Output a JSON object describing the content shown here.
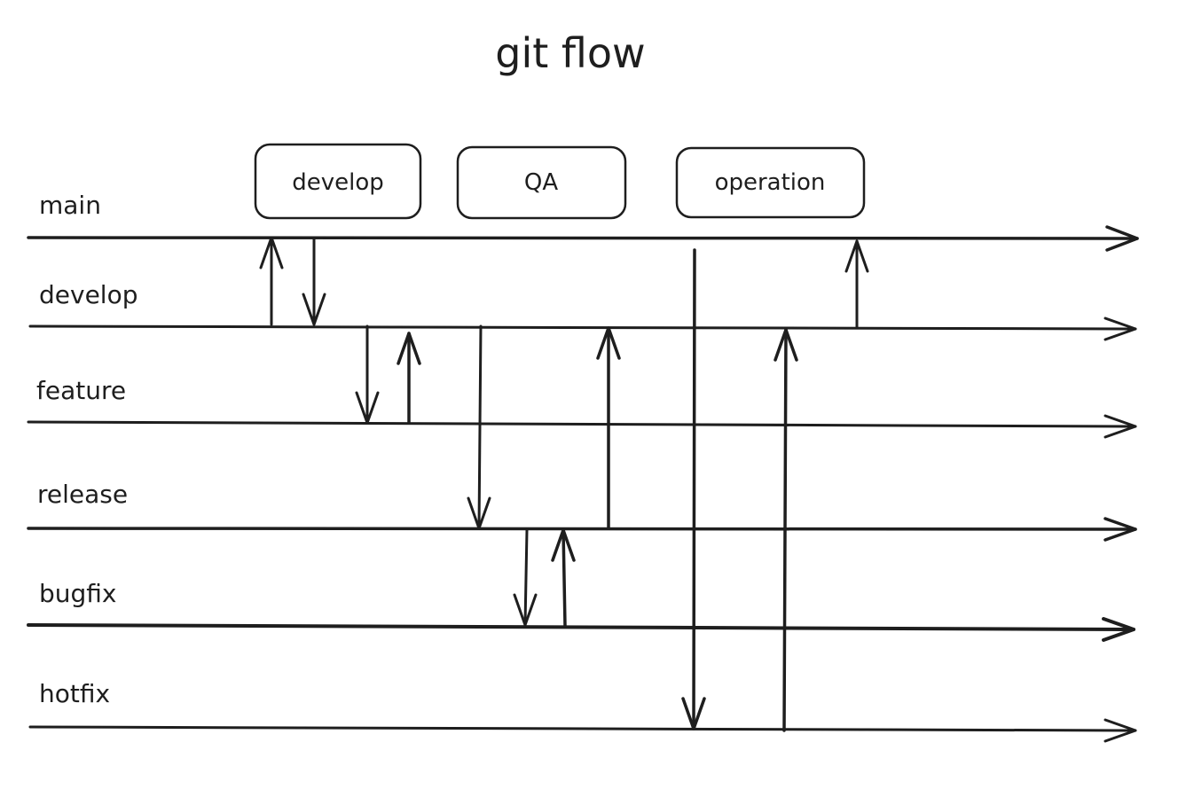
{
  "title": "git flow",
  "phases": [
    {
      "id": "develop",
      "label": "develop"
    },
    {
      "id": "qa",
      "label": "QA"
    },
    {
      "id": "operation",
      "label": "operation"
    }
  ],
  "lanes": [
    {
      "id": "main",
      "label": "main"
    },
    {
      "id": "develop",
      "label": "develop"
    },
    {
      "id": "feature",
      "label": "feature"
    },
    {
      "id": "release",
      "label": "release"
    },
    {
      "id": "bugfix",
      "label": "bugfix"
    },
    {
      "id": "hotfix",
      "label": "hotfix"
    }
  ],
  "flows": [
    {
      "from": "develop",
      "to": "main"
    },
    {
      "from": "main",
      "to": "develop"
    },
    {
      "from": "develop",
      "to": "feature"
    },
    {
      "from": "feature",
      "to": "develop"
    },
    {
      "from": "develop",
      "to": "release"
    },
    {
      "from": "release",
      "to": "develop"
    },
    {
      "from": "release",
      "to": "bugfix"
    },
    {
      "from": "bugfix",
      "to": "release"
    },
    {
      "from": "main",
      "to": "hotfix"
    },
    {
      "from": "hotfix",
      "to": "develop"
    },
    {
      "from": "develop",
      "to": "main"
    }
  ]
}
